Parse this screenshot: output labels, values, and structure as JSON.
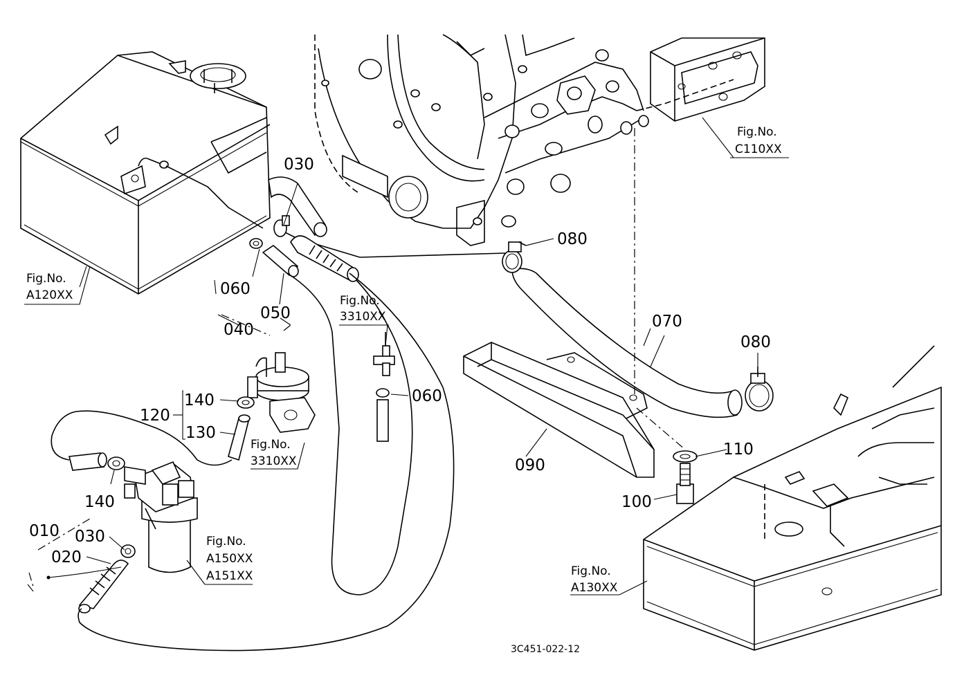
{
  "diagram_code": "3C451-022-12",
  "part_labels": {
    "p010": "010",
    "p020": "020",
    "p030a": "030",
    "p030b": "030",
    "p040": "040",
    "p050": "050",
    "p060a": "060",
    "p060b": "060",
    "p070": "070",
    "p080a": "080",
    "p080b": "080",
    "p090": "090",
    "p100": "100",
    "p110": "110",
    "p120": "120",
    "p130": "130",
    "p140a": "140",
    "p140b": "140"
  },
  "figure_refs": {
    "a120": {
      "title": "Fig.No.",
      "code": "A120XX"
    },
    "c110": {
      "title": "Fig.No.",
      "code": "C110XX"
    },
    "r3310_top": {
      "title": "Fig.No.",
      "code": "3310XX"
    },
    "r3310_pump": {
      "title": "Fig.No.",
      "code": "3310XX"
    },
    "a150": {
      "title": "Fig.No.",
      "code1": "A150XX",
      "code2": "A151XX"
    },
    "a130": {
      "title": "Fig.No.",
      "code": "A130XX"
    }
  }
}
